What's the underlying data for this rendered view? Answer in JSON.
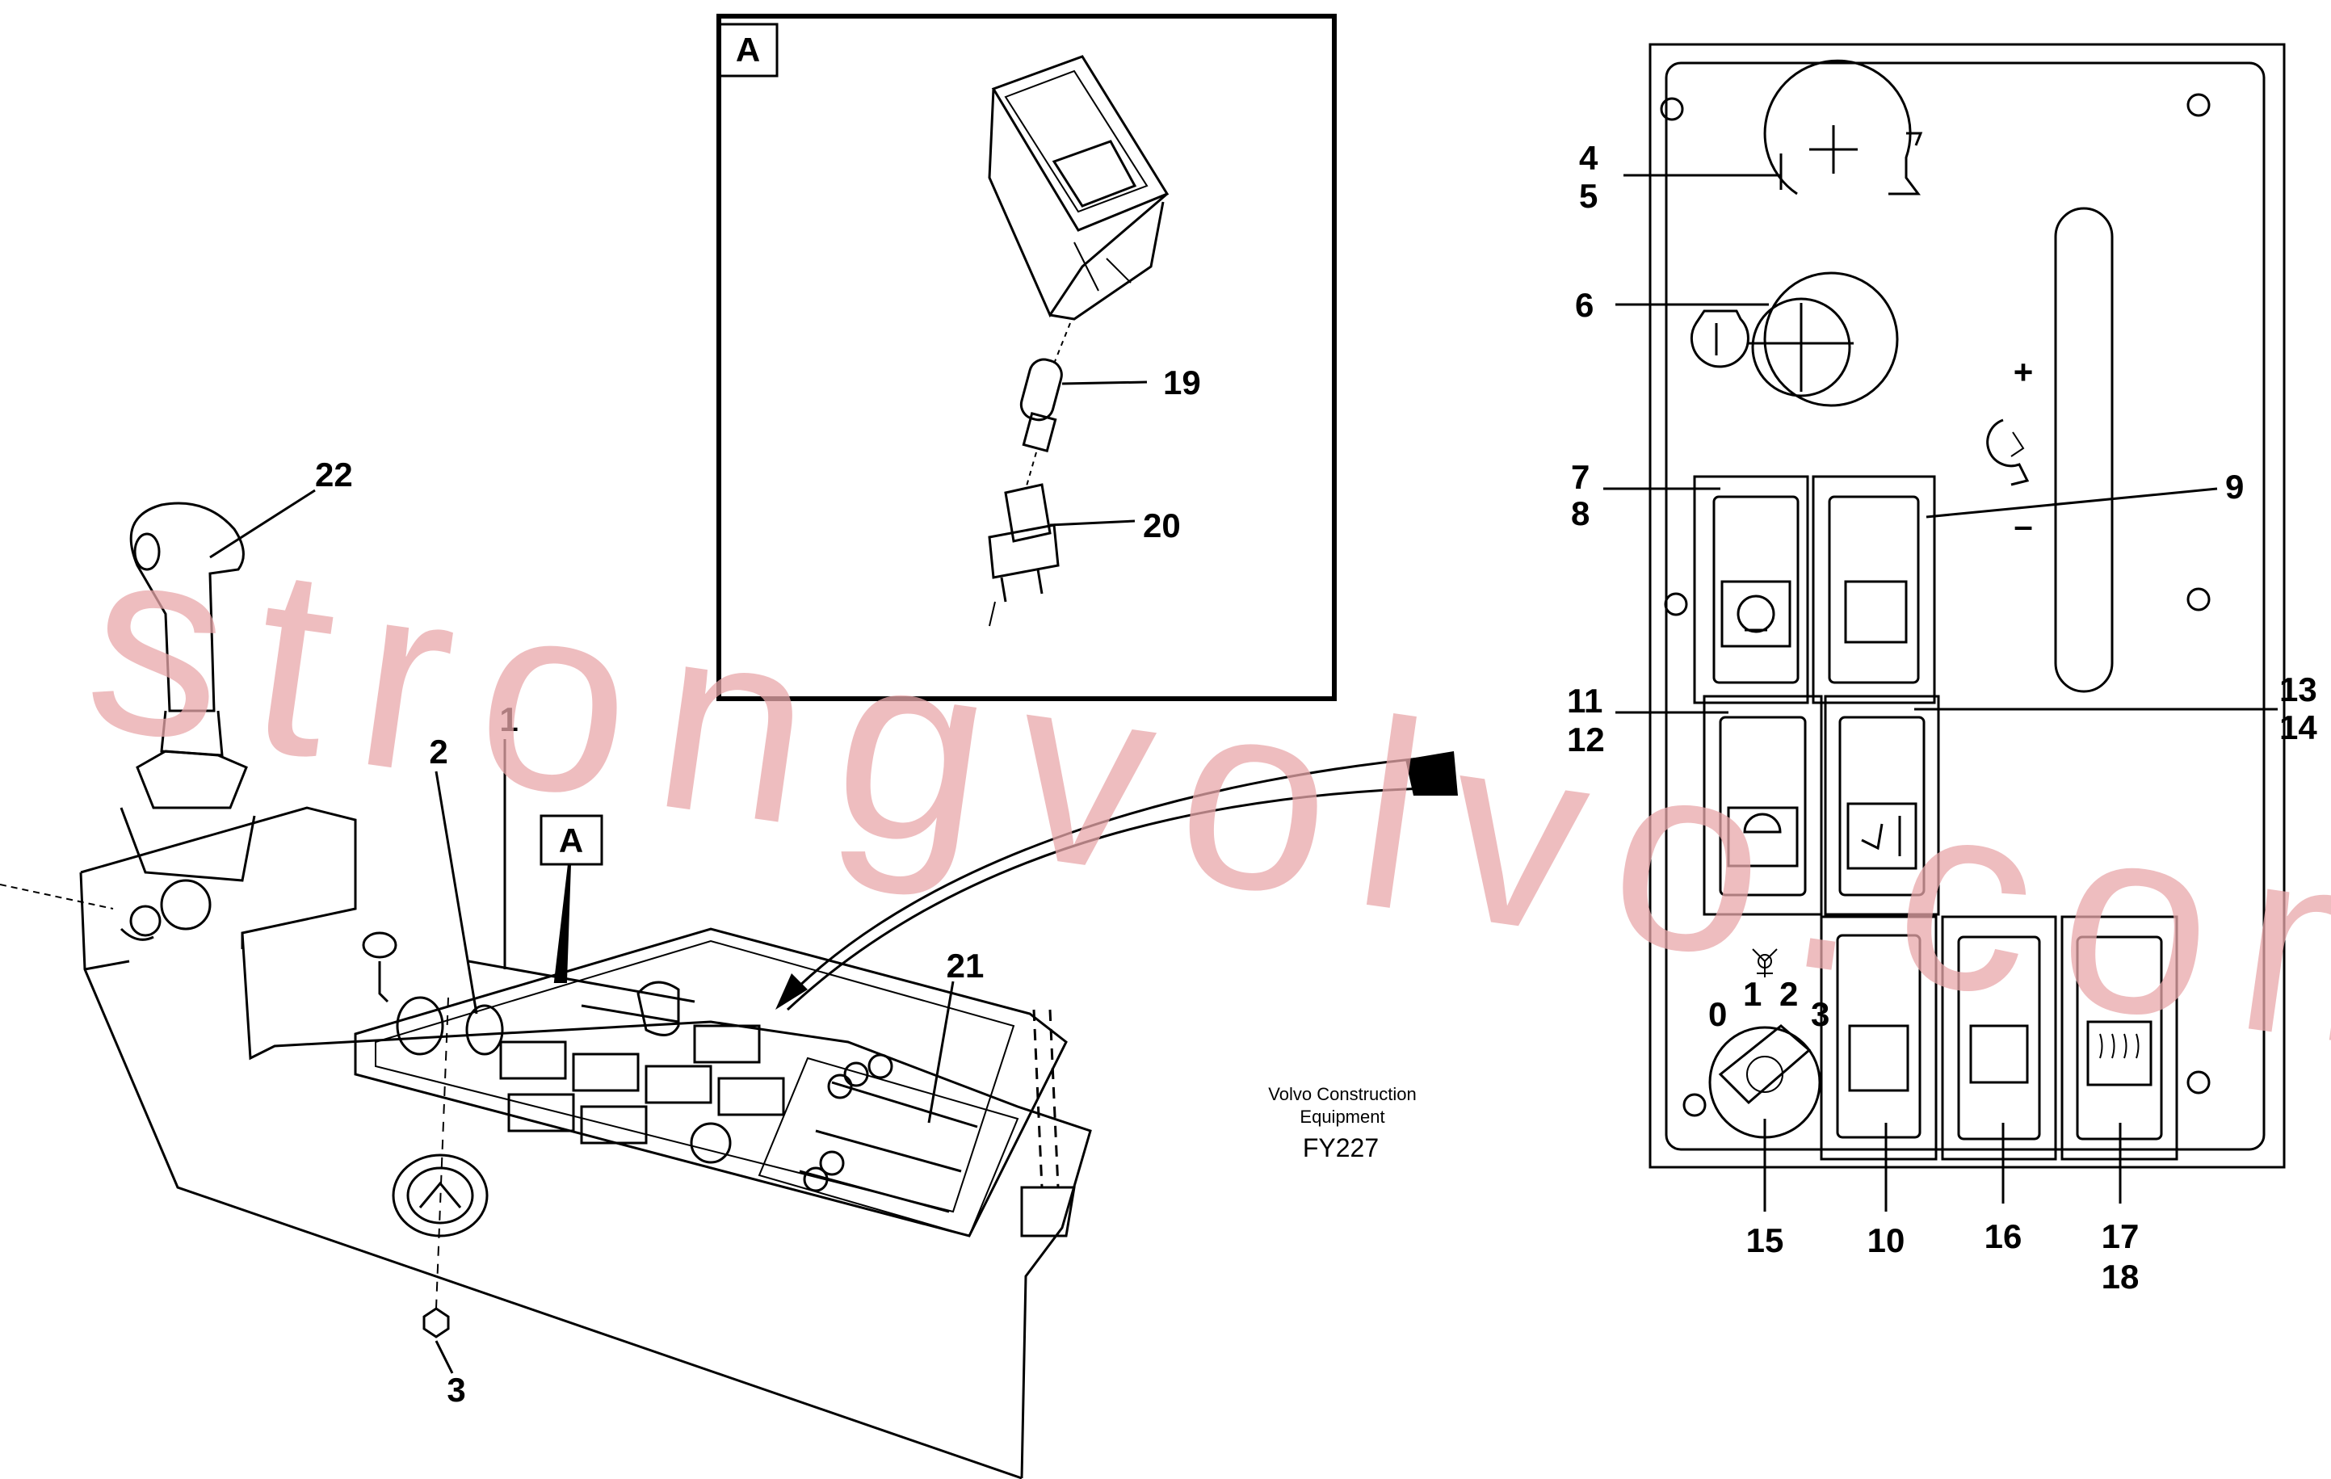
{
  "detail_label": "A",
  "part_numbers": {
    "n1": "1",
    "n2": "2",
    "n3": "3",
    "n4": "4",
    "n5": "5",
    "n6": "6",
    "n7": "7",
    "n8": "8",
    "n9": "9",
    "n10": "10",
    "n11": "11",
    "n12": "12",
    "n13": "13",
    "n14": "14",
    "n15": "15",
    "n16": "16",
    "n17": "17",
    "n18": "18",
    "n19": "19",
    "n20": "20",
    "n21": "21",
    "n22": "22"
  },
  "fan_speeds": {
    "s0": "0",
    "s1": "1",
    "s2": "2",
    "s3": "3"
  },
  "panel_symbols": {
    "plus": "+",
    "minus": "–"
  },
  "caption": {
    "line1": "Volvo Construction",
    "line2": "Equipment",
    "code": "FY227"
  },
  "watermark": "strongvolvo.com",
  "colors": {
    "ink": "#000000",
    "watermark": "#e9a7aa",
    "background": "#ffffff"
  }
}
